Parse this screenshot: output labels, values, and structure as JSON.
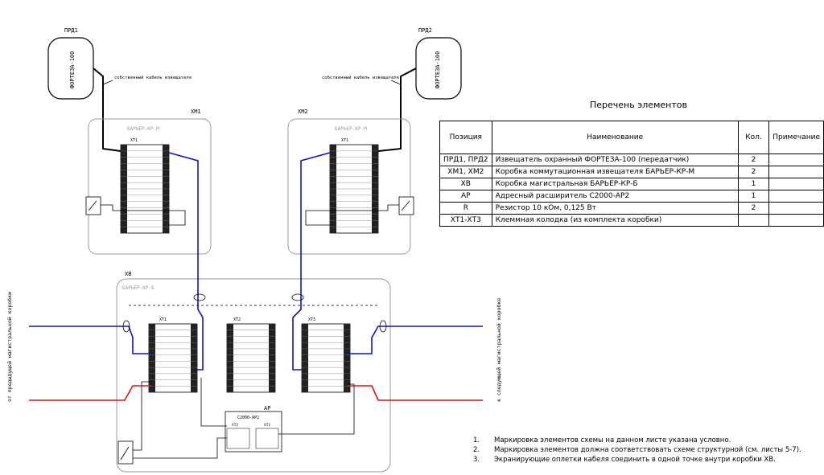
{
  "devices": {
    "prd1": {
      "label": "ПРД1",
      "model": "ФОРТЕЗА-100"
    },
    "prd2": {
      "label": "ПРД2",
      "model": "ФОРТЕЗА-100"
    },
    "cable_note": "собственный кабель извещателя",
    "xm1": {
      "label": "ХМ1",
      "box": "БАРЬЕР-КР-М",
      "terminal": "ХТ1"
    },
    "xm2": {
      "label": "ХМ2",
      "box": "БАРЬЕР-КР-М",
      "terminal": "ХТ1"
    },
    "xb": {
      "label": "ХВ",
      "box": "БАРЬЕР-КР-Б",
      "terminals": [
        "ХТ1",
        "ХТ2",
        "ХТ3"
      ]
    },
    "ap": {
      "label": "АР",
      "model": "С2000-АР2",
      "terminals": [
        "ХТ2",
        "ХТ1"
      ]
    }
  },
  "side_labels": {
    "left": "от предыдущей магистральной коробки",
    "right": "к следующей магистральной коробке"
  },
  "colors": {
    "line_blue": "#1010d0",
    "power_red": "#e01010",
    "box_grey": "#9a9a9a"
  },
  "table": {
    "title": "Перечень элементов",
    "headers": [
      "Позиция",
      "Наименование",
      "Кол.",
      "Примечание"
    ],
    "rows": [
      {
        "pos": "ПРД1, ПРД2",
        "name": "Извещатель охранный ФОРТЕЗА-100 (передатчик)",
        "qty": "2",
        "note": ""
      },
      {
        "pos": "ХМ1, ХМ2",
        "name": "Коробка коммутационная извещателя БАРЬЕР-КР-М",
        "qty": "2",
        "note": ""
      },
      {
        "pos": "ХВ",
        "name": "Коробка магистральная БАРЬЕР-КР-Б",
        "qty": "1",
        "note": ""
      },
      {
        "pos": "АР",
        "name": "Адресный расширитель С2000-АР2",
        "qty": "1",
        "note": ""
      },
      {
        "pos": "R",
        "name": "Резистор 10 кОм, 0,125 Вт",
        "qty": "2",
        "note": ""
      },
      {
        "pos": "ХТ1-ХТ3",
        "name": "Клеммная колодка (из комплекта коробки)",
        "qty": "",
        "note": ""
      }
    ]
  },
  "notes": [
    {
      "n": "1.",
      "text": "Маркировка элементов схемы на данном листе указана условно."
    },
    {
      "n": "2.",
      "text": "Маркировка элементов должна соответствовать схеме структурной (см. листы 5-7)."
    },
    {
      "n": "3.",
      "text": "Экранирующие оплетки кабеля соединить в одной точке внутри коробки ХВ."
    }
  ]
}
